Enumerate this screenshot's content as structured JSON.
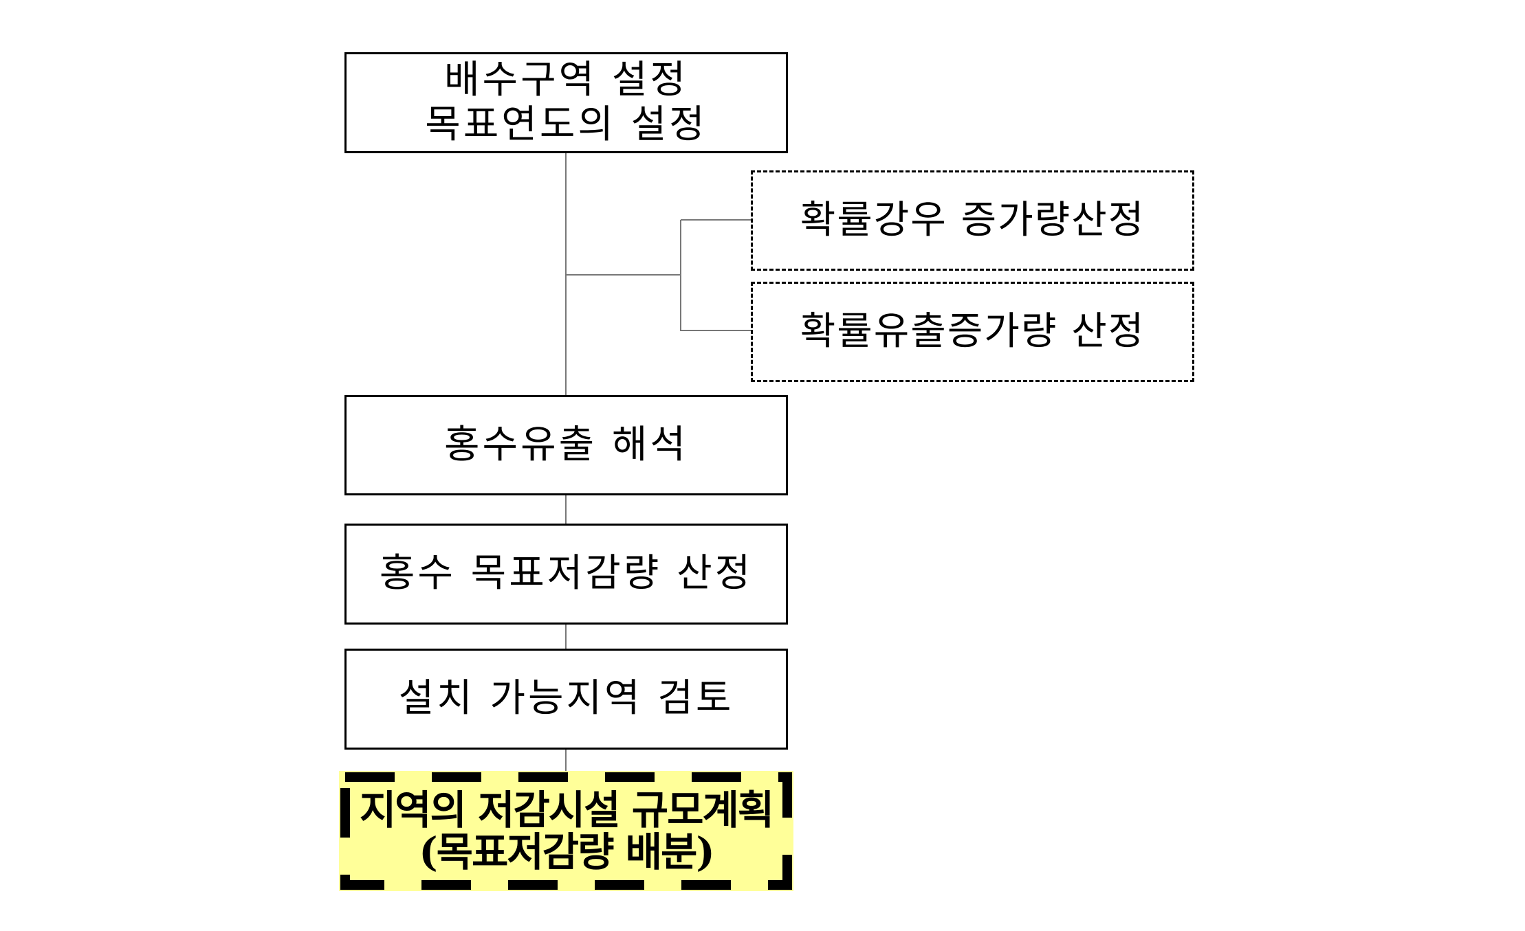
{
  "diagram": {
    "steps": [
      {
        "id": "setup",
        "lines": [
          "배수구역 설정",
          "목표연도의 설정"
        ]
      },
      {
        "id": "flood-analysis",
        "lines": [
          "홍수유출 해석"
        ]
      },
      {
        "id": "target-reduction",
        "lines": [
          "홍수 목표저감량 산정"
        ]
      },
      {
        "id": "site-review",
        "lines": [
          "설치 가능지역 검토"
        ]
      },
      {
        "id": "final-plan",
        "lines": [
          "지역의 저감시설 규모계획",
          "(목표저감량 배분)"
        ]
      }
    ],
    "side_steps": [
      {
        "id": "rain-increase",
        "lines": [
          "확률강우 증가량산정"
        ]
      },
      {
        "id": "runoff-increase",
        "lines": [
          "확률유출증가량 산정"
        ]
      }
    ],
    "colors": {
      "final_fill": "#ffff99",
      "border": "#000000",
      "connector": "#777777"
    }
  }
}
